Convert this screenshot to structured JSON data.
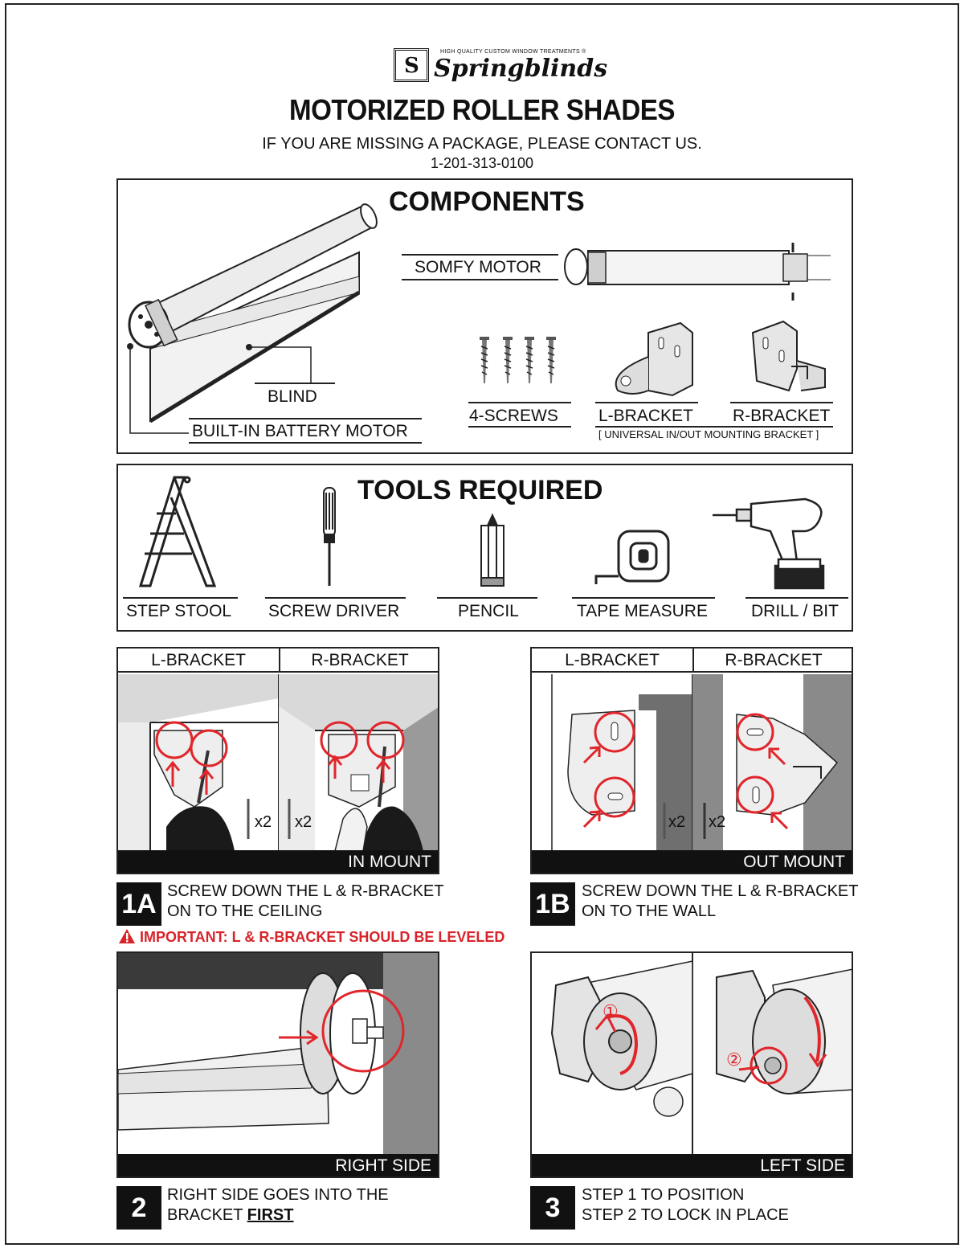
{
  "header": {
    "brand_tagline": "HIGH QUALITY CUSTOM WINDOW TREATMENTS ®",
    "brand_name": "Springblinds",
    "title": "MOTORIZED ROLLER SHADES",
    "contact_line": "IF YOU ARE MISSING A PACKAGE, PLEASE CONTACT US.",
    "phone": "1-201-313-0100"
  },
  "components": {
    "title": "COMPONENTS",
    "blind": "BLIND",
    "battery_motor": "BUILT-IN BATTERY MOTOR",
    "somfy_motor": "SOMFY MOTOR",
    "screws": "4-SCREWS",
    "l_bracket": "L-BRACKET",
    "r_bracket": "R-BRACKET",
    "bracket_note": "[ UNIVERSAL IN/OUT MOUNTING BRACKET ]"
  },
  "tools": {
    "title": "TOOLS REQUIRED",
    "items": [
      "STEP STOOL",
      "SCREW DRIVER",
      "PENCIL",
      "TAPE MEASURE",
      "DRILL / BIT"
    ]
  },
  "step1a": {
    "left_head": "L-BRACKET",
    "right_head": "R-BRACKET",
    "qty_left": "x2",
    "qty_right": "x2",
    "footer": "IN MOUNT",
    "number": "1A",
    "line1": "SCREW DOWN THE L & R-BRACKET",
    "line2": "ON TO THE CEILING",
    "important": "IMPORTANT: L & R-BRACKET SHOULD BE LEVELED"
  },
  "step1b": {
    "left_head": "L-BRACKET",
    "right_head": "R-BRACKET",
    "qty_left": "x2",
    "qty_right": "x2",
    "footer": "OUT MOUNT",
    "number": "1B",
    "line1": "SCREW DOWN THE L & R-BRACKET",
    "line2": "ON TO THE WALL"
  },
  "step2": {
    "footer": "RIGHT SIDE",
    "number": "2",
    "line1": "RIGHT SIDE GOES INTO THE",
    "line2_prefix": "BRACKET ",
    "line2_emph": "FIRST"
  },
  "step3": {
    "footer": "LEFT SIDE",
    "number": "3",
    "line1": "STEP 1 TO POSITION",
    "line2": "STEP 2 TO LOCK IN PLACE",
    "marker1": "①",
    "marker2": "②"
  },
  "colors": {
    "accent_red": "#e0262b",
    "dark": "#111111",
    "wall_gray": "#8a8a8a"
  }
}
